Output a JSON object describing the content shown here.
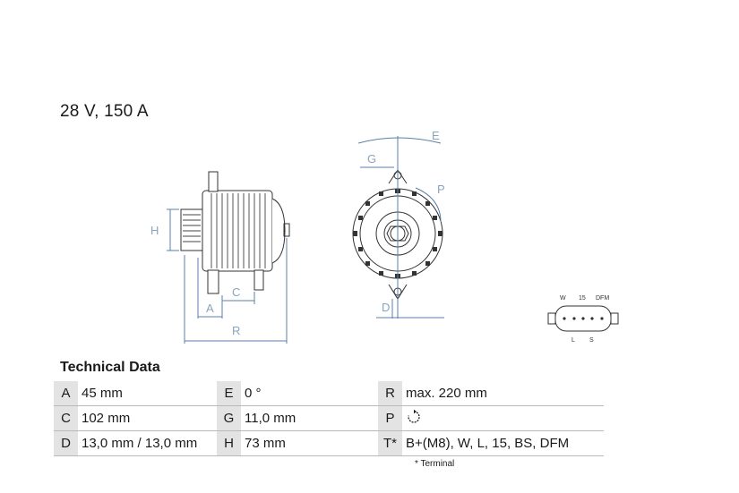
{
  "heading": "28 V, 150 A",
  "section_title": "Technical Data",
  "drawing": {
    "side_labels": {
      "H": "H",
      "A": "A",
      "C": "C",
      "R": "R"
    },
    "front_labels": {
      "E": "E",
      "G": "G",
      "P": "P",
      "D": "D"
    },
    "connector_labels": {
      "W": "W",
      "15": "15",
      "DFM": "DFM",
      "L": "L",
      "S": "S"
    }
  },
  "specs": [
    [
      {
        "key": "A",
        "value": "45 mm"
      },
      {
        "key": "E",
        "value": "0 °"
      },
      {
        "key": "R",
        "value": "max. 220 mm"
      }
    ],
    [
      {
        "key": "C",
        "value": "102 mm"
      },
      {
        "key": "G",
        "value": "11,0 mm"
      },
      {
        "key": "P",
        "value": "",
        "icon": "rotation-clockwise-icon"
      }
    ],
    [
      {
        "key": "D",
        "value": "13,0 mm / 13,0 mm"
      },
      {
        "key": "H",
        "value": "73 mm"
      },
      {
        "key": "T*",
        "value": "B+(M8), W, L, 15, BS, DFM"
      }
    ]
  ],
  "footnote": "* Terminal"
}
